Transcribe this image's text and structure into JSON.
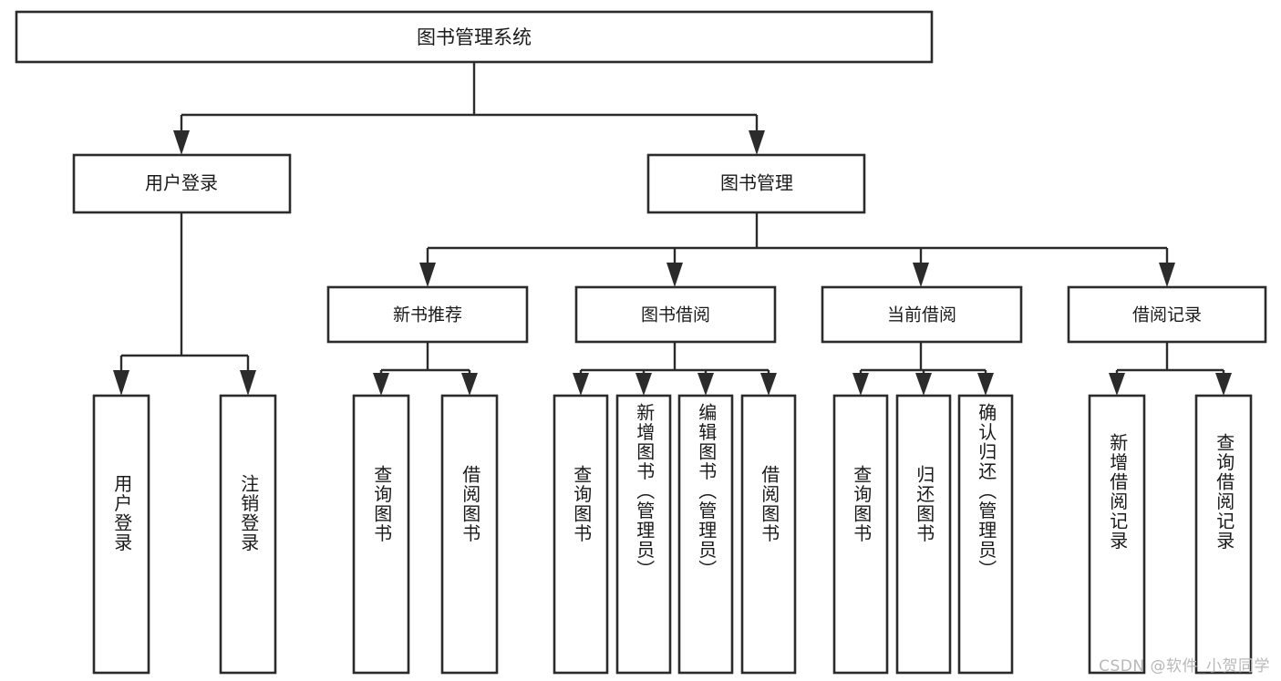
{
  "diagram": {
    "title": "图书管理系统",
    "type": "tree-hierarchy-diagram",
    "colors": {
      "box_stroke": "#2b2b2b",
      "box_fill": "#ffffff",
      "text": "#1a1a1a",
      "background": "#ffffff",
      "watermark": "#b8b8b8"
    },
    "root": {
      "label": "图书管理系统"
    },
    "level2": [
      {
        "label": "用户登录"
      },
      {
        "label": "图书管理"
      }
    ],
    "level3": [
      {
        "label": "新书推荐"
      },
      {
        "label": "图书借阅"
      },
      {
        "label": "当前借阅"
      },
      {
        "label": "借阅记录"
      }
    ],
    "leaves": {
      "user_login": [
        {
          "label": "用户登录"
        },
        {
          "label": "注销登录"
        }
      ],
      "new_book_recommend": [
        {
          "label": "查询图书"
        },
        {
          "label": "借阅图书"
        }
      ],
      "book_borrow": [
        {
          "label": "查询图书"
        },
        {
          "label": "新增图书（管理员）"
        },
        {
          "label": "编辑图书（管理员）"
        },
        {
          "label": "借阅图书"
        }
      ],
      "current_borrow": [
        {
          "label": "查询图书"
        },
        {
          "label": "归还图书"
        },
        {
          "label": "确认归还（管理员）"
        }
      ],
      "borrow_record": [
        {
          "label": "新增借阅记录"
        },
        {
          "label": "查询借阅记录"
        }
      ]
    },
    "watermark": "CSDN @软件_小贺同学"
  }
}
